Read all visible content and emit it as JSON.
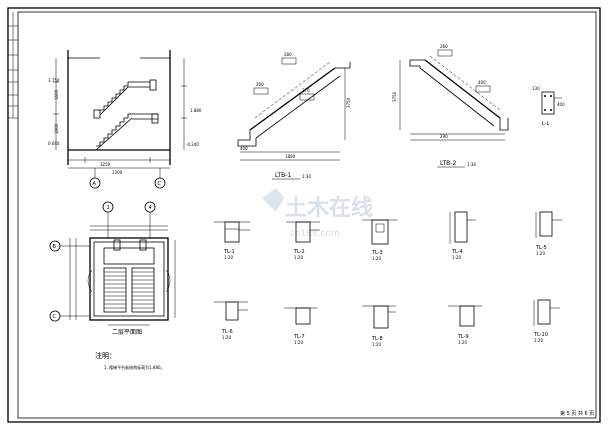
{
  "watermark": {
    "text": "土木在线",
    "sub": "co188.com"
  },
  "elevation": {
    "axis_a": "A",
    "axis_c": "C",
    "levels": [
      "3.750",
      "1.880",
      "0.040",
      "-0.240"
    ],
    "dims": [
      "3250",
      "1600",
      "1600",
      "3300"
    ]
  },
  "plan": {
    "title": "二层平面图",
    "axis_top": [
      "1",
      "4"
    ],
    "axis_left": [
      "B",
      "C"
    ]
  },
  "ltb1": {
    "title": "LTB-1",
    "scale": "1:30",
    "tags": [
      "280",
      "260",
      "270",
      "400",
      "3750",
      "1880"
    ]
  },
  "ltb2": {
    "title": "LTB-2",
    "scale": "1:30",
    "tags": [
      "260",
      "400",
      "290",
      "3750"
    ]
  },
  "section_l": {
    "label": "L-L",
    "tags": [
      "130",
      "400"
    ]
  },
  "beams_row1": [
    {
      "name": "TL-1",
      "scale": "1:20"
    },
    {
      "name": "TL-2",
      "scale": "1:20"
    },
    {
      "name": "TL-3",
      "scale": "1:20"
    },
    {
      "name": "TL-4",
      "scale": "1:20"
    },
    {
      "name": "TL-5",
      "scale": "1:20"
    }
  ],
  "beams_row2": [
    {
      "name": "TL-6",
      "scale": "1:20"
    },
    {
      "name": "TL-7",
      "scale": "1:20"
    },
    {
      "name": "TL-8",
      "scale": "1:20"
    },
    {
      "name": "TL-9",
      "scale": "1:20"
    },
    {
      "name": "TL-10",
      "scale": "1:20"
    }
  ],
  "notes": {
    "title": "注明：",
    "line1": "1. 楼梯平台板结构标高为1.880。"
  },
  "title_block": {
    "page": "第 5 页 共 6 页"
  }
}
